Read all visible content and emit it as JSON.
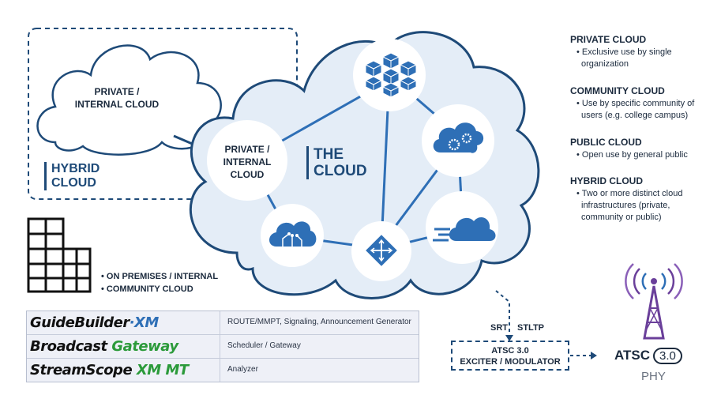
{
  "clouds": {
    "private_left": [
      "PRIVATE /",
      "INTERNAL CLOUD"
    ],
    "hybrid": [
      "HYBRID",
      "CLOUD"
    ],
    "private_inner": [
      "PRIVATE /",
      "INTERNAL",
      "CLOUD"
    ],
    "the_cloud": [
      "THE",
      "CLOUD"
    ]
  },
  "legend": [
    {
      "title": "PRIVATE CLOUD",
      "desc": "• Exclusive use by single organization"
    },
    {
      "title": "COMMUNITY CLOUD",
      "desc": "• Use by specific community of users (e.g. college campus)"
    },
    {
      "title": "PUBLIC CLOUD",
      "desc": "• Open use by general public"
    },
    {
      "title": "HYBRID CLOUD",
      "desc": "• Two or more distinct cloud infrastructures (private, community or public)"
    }
  ],
  "onprem": [
    "• ON PREMISES / INTERNAL",
    "• COMMUNITY CLOUD"
  ],
  "products": [
    {
      "name_parts": [
        "GuideBuilder",
        "·XM"
      ],
      "desc": "ROUTE/MMPT, Signaling, Announcement Generator"
    },
    {
      "name_parts": [
        "Broadcast ",
        "Gateway"
      ],
      "desc": "Scheduler / Gateway"
    },
    {
      "name_parts": [
        "StreamScope",
        " XM MT"
      ],
      "desc": "Analyzer"
    }
  ],
  "exciter": {
    "line1": "ATSC 3.0",
    "line2": "EXCITER / MODULATOR"
  },
  "labels": {
    "srt": "SRT",
    "stltp": "STLTP"
  },
  "atsc": {
    "logo_a": "ATSC",
    "logo_b": "3.0",
    "phy": "PHY"
  },
  "icons": [
    "cubes-icon",
    "cloud-gears-icon",
    "cloud-speed-icon",
    "router-icon",
    "cloud-circuit-icon",
    "building-icon",
    "broadcast-tower-icon"
  ],
  "colors": {
    "navy": "#1e4a78",
    "blue": "#2e6fb6",
    "light_blue": "#e4edf7",
    "green": "#2b9a3a",
    "purple": "#6a3f9a"
  }
}
